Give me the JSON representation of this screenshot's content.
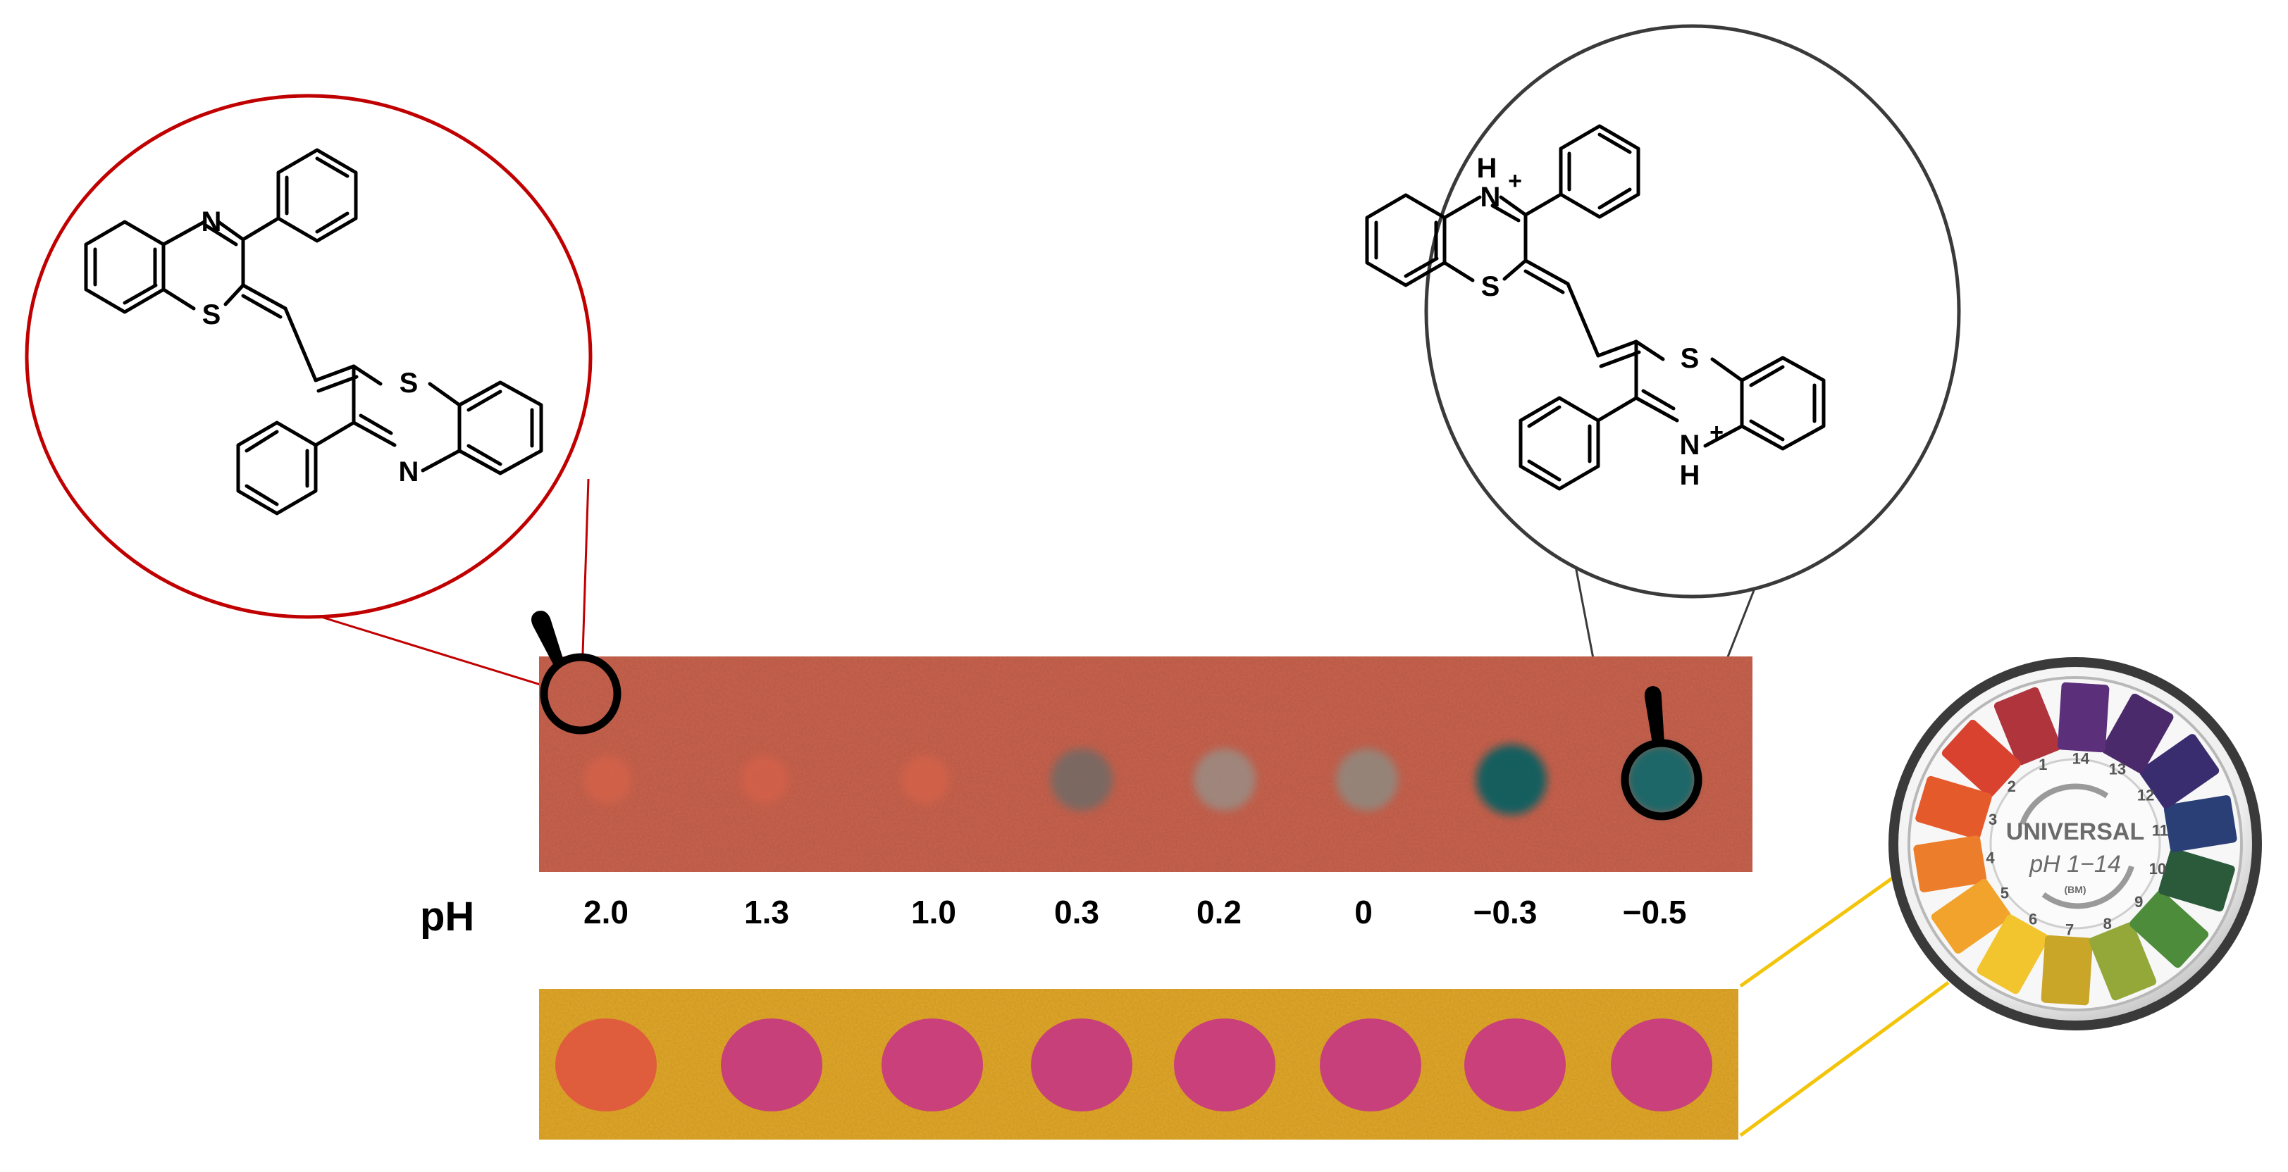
{
  "ph_axis": {
    "label": "pH",
    "values": [
      "2.0",
      "1.3",
      "1.0",
      "0.3",
      "0.2",
      "0",
      "−0.3",
      "−0.5"
    ]
  },
  "structures": {
    "neutral": {
      "atoms": [
        "N",
        "S",
        "S",
        "N"
      ]
    },
    "protonated": {
      "atoms": [
        "H",
        "N",
        "S",
        "S",
        "N",
        "H"
      ],
      "charges": [
        "+",
        "+"
      ]
    }
  },
  "top_strip": {
    "background": "#c96450",
    "spot_colors": [
      "#d4624a",
      "#d4604a",
      "#d4624a",
      "#6f6a66",
      "#9a8d84",
      "#8f8a80",
      "#0e5e60",
      "#17686a"
    ]
  },
  "bottom_strip": {
    "background": "#e2a82c",
    "spot_colors": [
      "#df5d3c",
      "#c8407a",
      "#c9407a",
      "#c8407a",
      "#c9407a",
      "#c7407b",
      "#c9407a",
      "#c9407a"
    ]
  },
  "indicator_box": {
    "brand": "UNIVERSAL",
    "range": "pH 1−14",
    "maker": "(BM)",
    "pad_numbers": [
      "1",
      "2",
      "3",
      "4",
      "5",
      "6",
      "7",
      "8",
      "9",
      "10",
      "11",
      "12",
      "13",
      "14"
    ]
  },
  "colors": {
    "red_callout": "#c00000",
    "dark_callout": "#3a3a3a",
    "yellow_leader": "#f2c40a"
  }
}
